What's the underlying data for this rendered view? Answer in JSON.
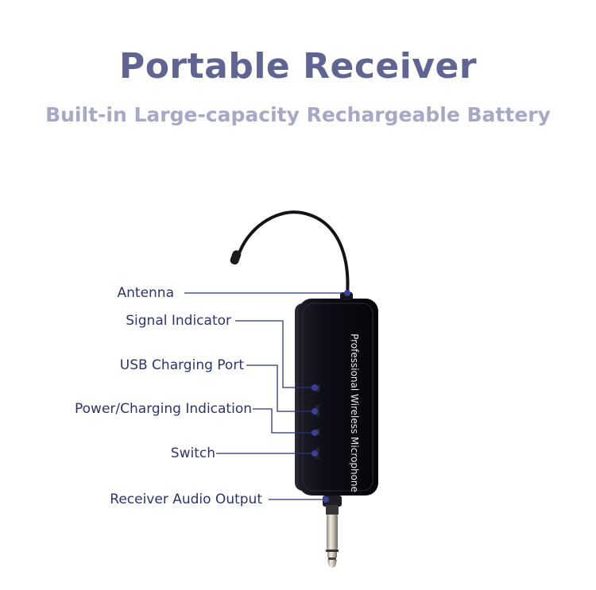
{
  "header": {
    "title": "Portable Receiver",
    "subtitle": "Built-in Large-capacity Rechargeable Battery"
  },
  "device": {
    "body_text": "Professional Wireless Microphone"
  },
  "callouts": {
    "antenna": "Antenna",
    "signal_indicator": "Signal Indicator",
    "usb_charging_port": "USB Charging Port",
    "power_charging_indication": "Power/Charging Indication",
    "switch": "Switch",
    "audio_output": "Receiver Audio Output"
  },
  "colors": {
    "title": "#5f6493",
    "subtitle": "#a6a8c5",
    "label": "#2e3273",
    "leader_dot": "#3a3f9a",
    "device_body": "#0c0c14"
  }
}
